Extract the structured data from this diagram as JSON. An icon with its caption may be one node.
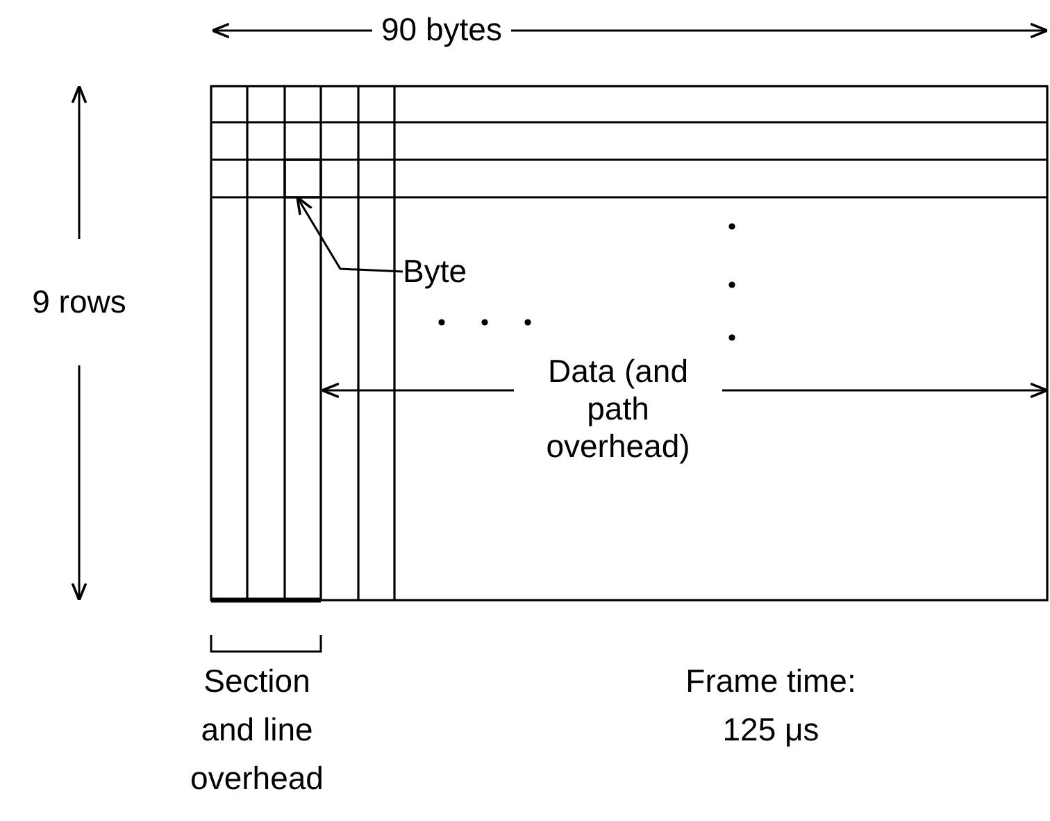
{
  "diagram": {
    "nodes": [
      {
        "text": [
          "Byte"
        ]
      },
      {
        "text": [],
        "shape": "box"
      }
    ],
    "edges": [
      {
        "from": 0,
        "to": 1,
        "arrow": "to"
      }
    ],
    "labels": [
      "90 bytes",
      "9 rows",
      "Data (and path overhead)",
      "Section and line overhead",
      "Frame time: 125 μs"
    ]
  }
}
